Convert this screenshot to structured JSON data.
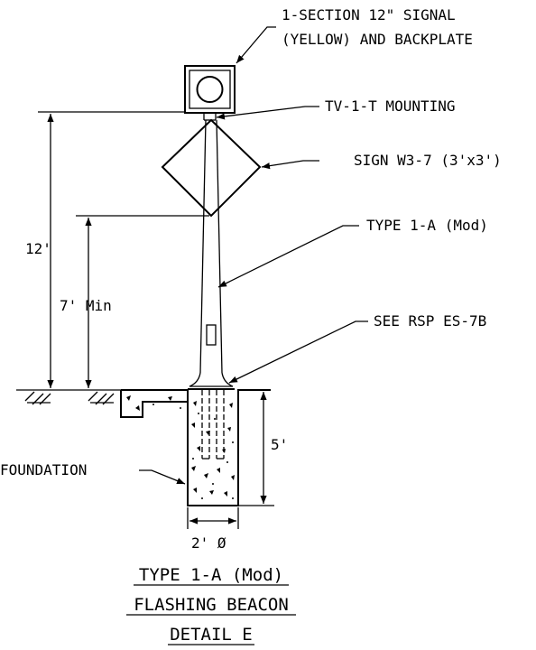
{
  "callouts": {
    "signal_line1": "1-SECTION 12\" SIGNAL",
    "signal_line2": "(YELLOW) AND BACKPLATE",
    "mounting": "TV-1-T MOUNTING",
    "sign": "SIGN W3-7 (3'x3')",
    "pole": "TYPE 1-A (Mod)",
    "base": "SEE RSP ES-7B",
    "foundation": "FOUNDATION"
  },
  "dimensions": {
    "overall_height": "12'",
    "min_height": "7' Min",
    "foundation_depth": "5'",
    "foundation_diameter": "2' Ø"
  },
  "titles": {
    "line1": "TYPE 1-A (Mod)",
    "line2": "FLASHING BEACON",
    "line3": "DETAIL E"
  }
}
